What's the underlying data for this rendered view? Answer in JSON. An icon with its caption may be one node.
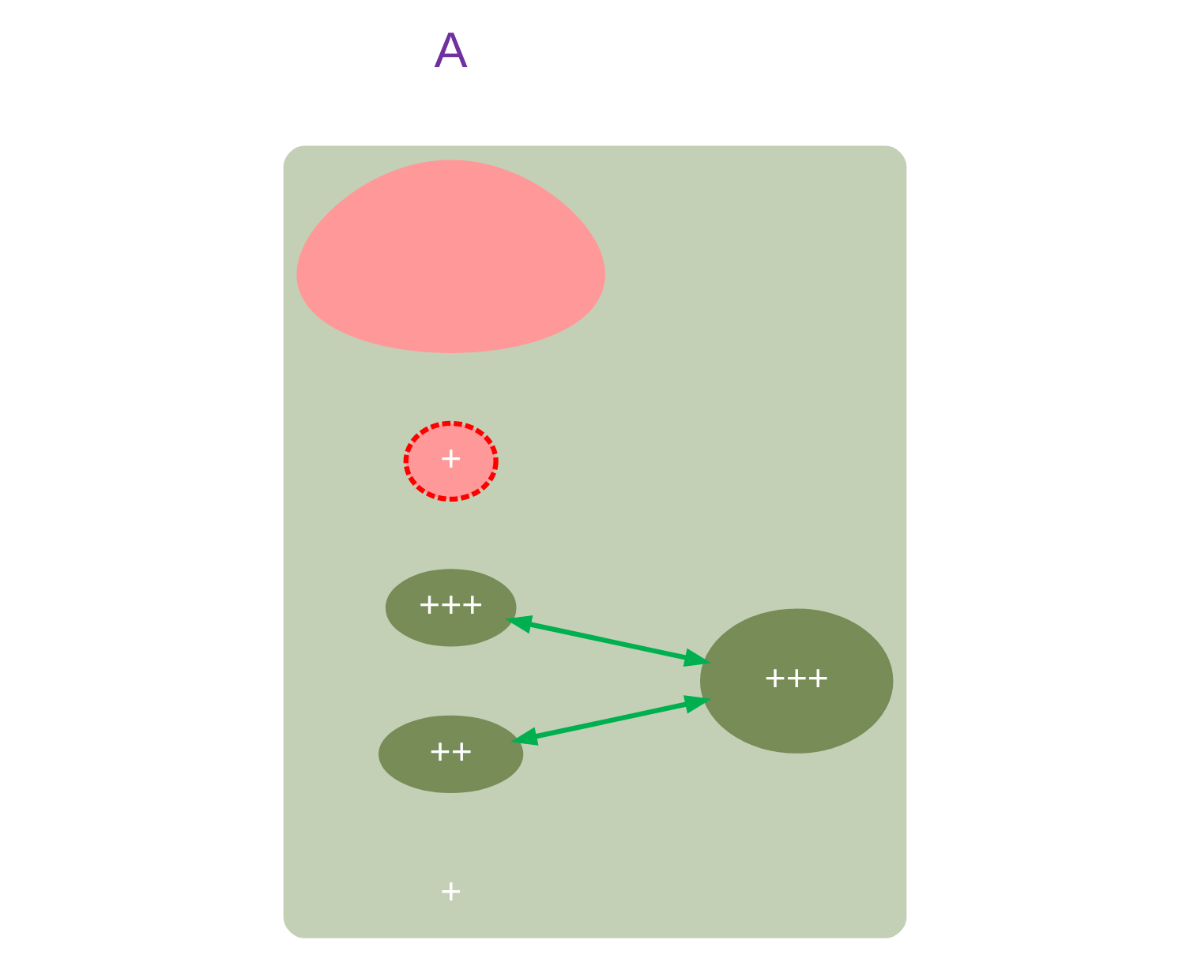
{
  "diagram": {
    "nodes": [
      {
        "text": [],
        "shape": "cloud"
      },
      {
        "text": [],
        "shape": "cloud",
        "in": 0
      },
      {
        "text": [
          "+"
        ],
        "in": 0
      },
      {
        "text": [
          "+++"
        ],
        "in": 0
      },
      {
        "text": [
          "+++"
        ],
        "in": 0
      },
      {
        "text": [
          "++"
        ],
        "in": 0
      }
    ],
    "edges": [
      {
        "from": 3,
        "to": 4,
        "arrow": "both",
        "color": "#00b050"
      },
      {
        "from": 5,
        "to": 4,
        "arrow": "both",
        "color": "#00b050"
      }
    ],
    "labels": [
      "A",
      "+"
    ]
  }
}
